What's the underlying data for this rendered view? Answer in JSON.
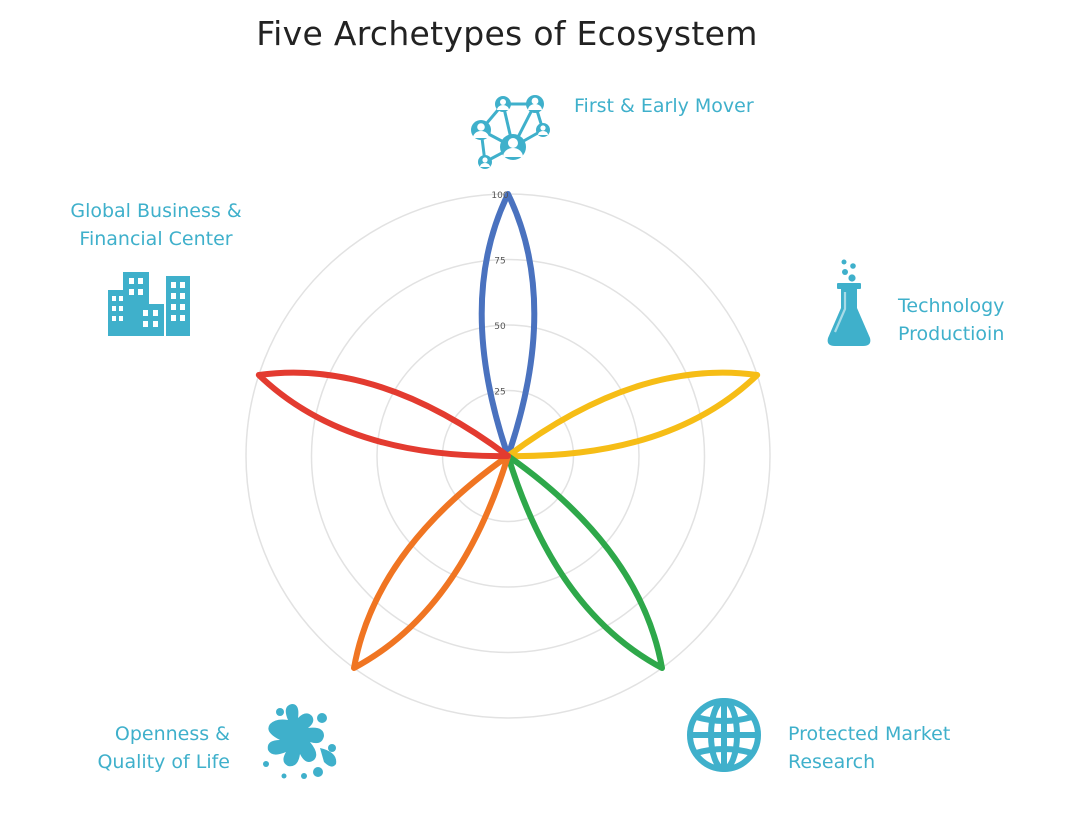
{
  "title": "Five Archetypes of Ecosystem",
  "colors": {
    "label": "#3fb0cb",
    "icon": "#3fb0cb",
    "grid": "#e2e2e2",
    "tick": "#555555",
    "title": "#222222"
  },
  "categories": [
    {
      "lines": [
        "First & Early Mover"
      ],
      "icon": "network-people-icon"
    },
    {
      "lines": [
        "Technology",
        "Productioin"
      ],
      "icon": "flask-icon"
    },
    {
      "lines": [
        "Protected Market",
        "Research"
      ],
      "icon": "globe-icon"
    },
    {
      "lines": [
        "Openness &",
        "Quality of Life"
      ],
      "icon": "splash-icon"
    },
    {
      "lines": [
        "Global Business &",
        "Financial Center"
      ],
      "icon": "buildings-icon"
    }
  ],
  "chart_data": {
    "type": "radar",
    "title": "Five Archetypes of Ecosystem",
    "rlim": [
      0,
      100
    ],
    "ticks": [
      25,
      50,
      75,
      100
    ],
    "grid": true,
    "categories": [
      "First & Early Mover",
      "Technology Productioin",
      "Protected Market Research",
      "Openness & Quality of Life",
      "Global Business & Financial Center"
    ],
    "series": [
      {
        "category": "First & Early Mover",
        "value": 100,
        "color": "#4a72bf"
      },
      {
        "category": "Technology Productioin",
        "value": 100,
        "color": "#f6bd16"
      },
      {
        "category": "Protected Market Research",
        "value": 100,
        "color": "#2ea84a"
      },
      {
        "category": "Openness & Quality of Life",
        "value": 100,
        "color": "#f07522"
      },
      {
        "category": "Global Business & Financial Center",
        "value": 100,
        "color": "#e33b30"
      }
    ]
  }
}
